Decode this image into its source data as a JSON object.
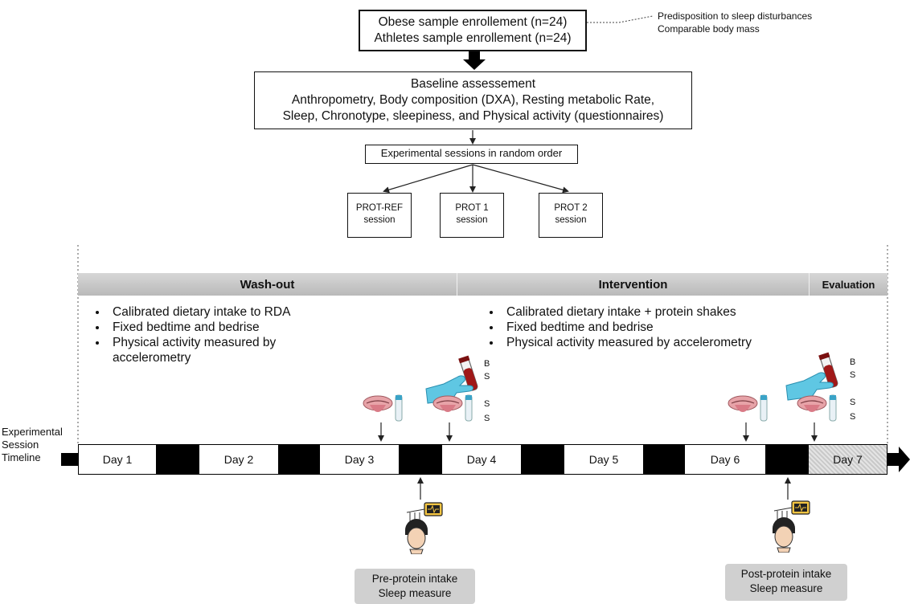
{
  "enrollment": {
    "line1": "Obese sample enrollement (n=24)",
    "line2": "Athletes sample enrollement (n=24)"
  },
  "side_note": {
    "line1": "Predisposition to sleep disturbances",
    "line2": "Comparable body mass"
  },
  "baseline": {
    "title": "Baseline assessement",
    "line1": "Anthropometry, Body composition (DXA), Resting metabolic Rate,",
    "line2": "Sleep, Chronotype, sleepiness, and Physical activity (questionnaires)"
  },
  "random_order": "Experimental sessions in random order",
  "sessions": [
    {
      "line1": "PROT-REF",
      "line2": "session"
    },
    {
      "line1": "PROT 1",
      "line2": "session"
    },
    {
      "line1": "PROT 2",
      "line2": "session"
    }
  ],
  "phases": {
    "washout": "Wash-out",
    "intervention": "Intervention",
    "evaluation": "Evaluation"
  },
  "washout_bullets": [
    "Calibrated dietary intake to RDA",
    "Fixed bedtime and bedrise",
    "Physical activity measured by accelerometry"
  ],
  "intervention_bullets": [
    "Calibrated dietary intake + protein shakes",
    "Fixed bedtime and bedrise",
    "Physical activity measured by accelerometry"
  ],
  "timeline_label": {
    "line1": "Experimental",
    "line2": "Session",
    "line3": "Timeline"
  },
  "days": [
    "Day 1",
    "Day 2",
    "Day 3",
    "Day 4",
    "Day 5",
    "Day 6",
    "Day 7"
  ],
  "sample_labels": {
    "blood_b": "B",
    "blood_s": "S",
    "saliva_s1": "S",
    "saliva_s2": "S"
  },
  "sleep_measures": [
    {
      "line1": "Pre-protein intake",
      "line2": "Sleep measure"
    },
    {
      "line1": "Post-protein intake",
      "line2": "Sleep measure"
    }
  ],
  "icons": [
    "blood-sample-hand-icon",
    "saliva-tongue-icon",
    "sample-tube-icon",
    "eeg-headset-icon"
  ]
}
